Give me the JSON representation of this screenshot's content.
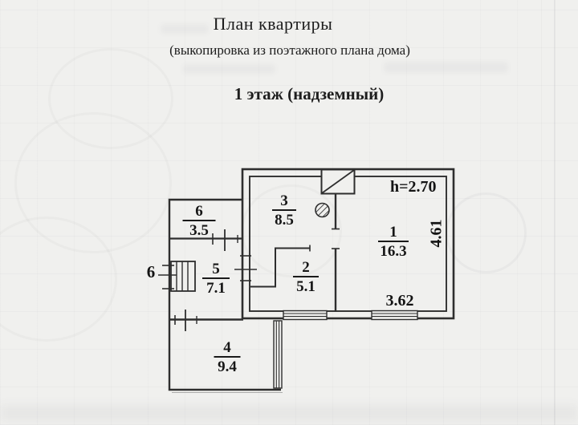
{
  "page": {
    "title": "План квартиры",
    "subtitle": "(выкопировка из поэтажного плана дома)",
    "floor_heading": "1 этаж (надземный)"
  },
  "plan": {
    "height_label": "h=2.70",
    "room1_width_dim": "3.62",
    "room1_depth_dim": "4.61",
    "stove_callout": "6",
    "rooms": [
      {
        "number": "1",
        "area": "16.3"
      },
      {
        "number": "2",
        "area": "5.1"
      },
      {
        "number": "3",
        "area": "8.5"
      },
      {
        "number": "4",
        "area": "9.4"
      },
      {
        "number": "5",
        "area": "7.1"
      },
      {
        "number": "6",
        "area": "3.5"
      }
    ],
    "symbols": [
      "entry-canopy-diagonal-icon",
      "flue-hatched-circle-icon",
      "stove-striped-icon",
      "window-icon",
      "doorway-tick-icon"
    ]
  },
  "colors": {
    "ink": "#2e2e2e",
    "paper": "#f0f0ee"
  }
}
